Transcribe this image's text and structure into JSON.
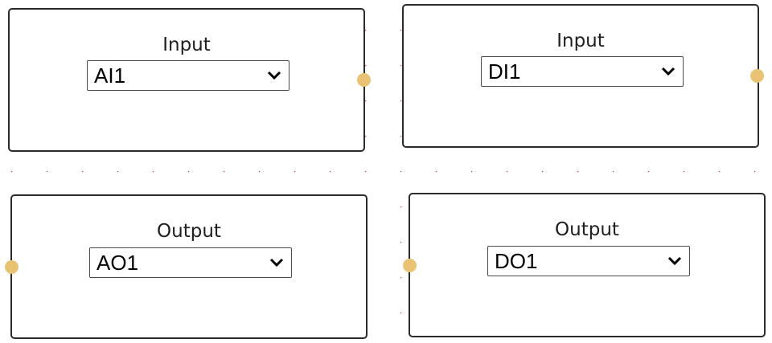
{
  "nodes": {
    "analog_input": {
      "title": "Input",
      "value": "AI1"
    },
    "digital_input": {
      "title": "Input",
      "value": "DI1"
    },
    "analog_output": {
      "title": "Output",
      "value": "AO1"
    },
    "digital_output": {
      "title": "Output",
      "value": "DO1"
    }
  },
  "colors": {
    "port": "#e8c373",
    "grid_dot": "#e0463b",
    "border": "#2b2b2b"
  },
  "icons": {
    "dropdown": "chevron-down-icon",
    "port": "connection-port-icon"
  }
}
